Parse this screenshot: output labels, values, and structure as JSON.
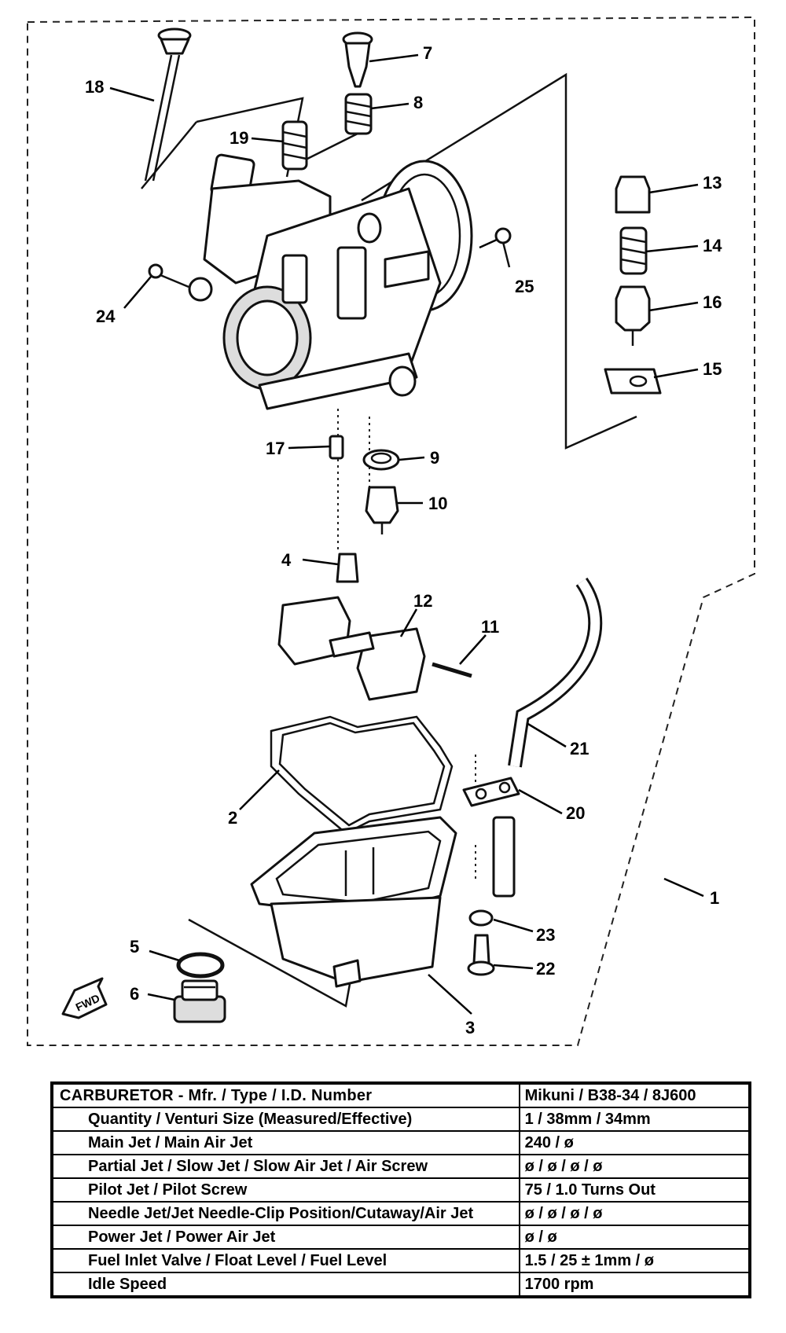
{
  "callouts": {
    "p1": "1",
    "p2": "2",
    "p3": "3",
    "p4": "4",
    "p5": "5",
    "p6": "6",
    "p7": "7",
    "p8": "8",
    "p9": "9",
    "p10": "10",
    "p11": "11",
    "p12": "12",
    "p13": "13",
    "p14": "14",
    "p15": "15",
    "p16": "16",
    "p17": "17",
    "p18": "18",
    "p19": "19",
    "p20": "20",
    "p21": "21",
    "p22": "22",
    "p23": "23",
    "p24": "24",
    "p25": "25"
  },
  "fwd_label": "FWD",
  "spec_table": {
    "rows": [
      {
        "label": "CARBURETOR - Mfr. / Type / I.D. Number",
        "value": "Mikuni / B38-34 / 8J600"
      },
      {
        "label": "Quantity / Venturi Size (Measured/Effective)",
        "value": "1 / 38mm / 34mm"
      },
      {
        "label": "Main Jet / Main Air Jet",
        "value": "240 / ø"
      },
      {
        "label": "Partial Jet / Slow Jet / Slow Air Jet / Air Screw",
        "value": "ø / ø / ø / ø"
      },
      {
        "label": "Pilot Jet / Pilot Screw",
        "value": "75 / 1.0 Turns Out"
      },
      {
        "label": "Needle Jet/Jet Needle-Clip Position/Cutaway/Air Jet",
        "value": "ø / ø / ø / ø"
      },
      {
        "label": "Power Jet / Power Air Jet",
        "value": "ø / ø"
      },
      {
        "label": "Fuel Inlet Valve / Float Level / Fuel Level",
        "value": "1.5 / 25 ± 1mm / ø"
      },
      {
        "label": "Idle Speed",
        "value": "1700 rpm"
      }
    ]
  }
}
